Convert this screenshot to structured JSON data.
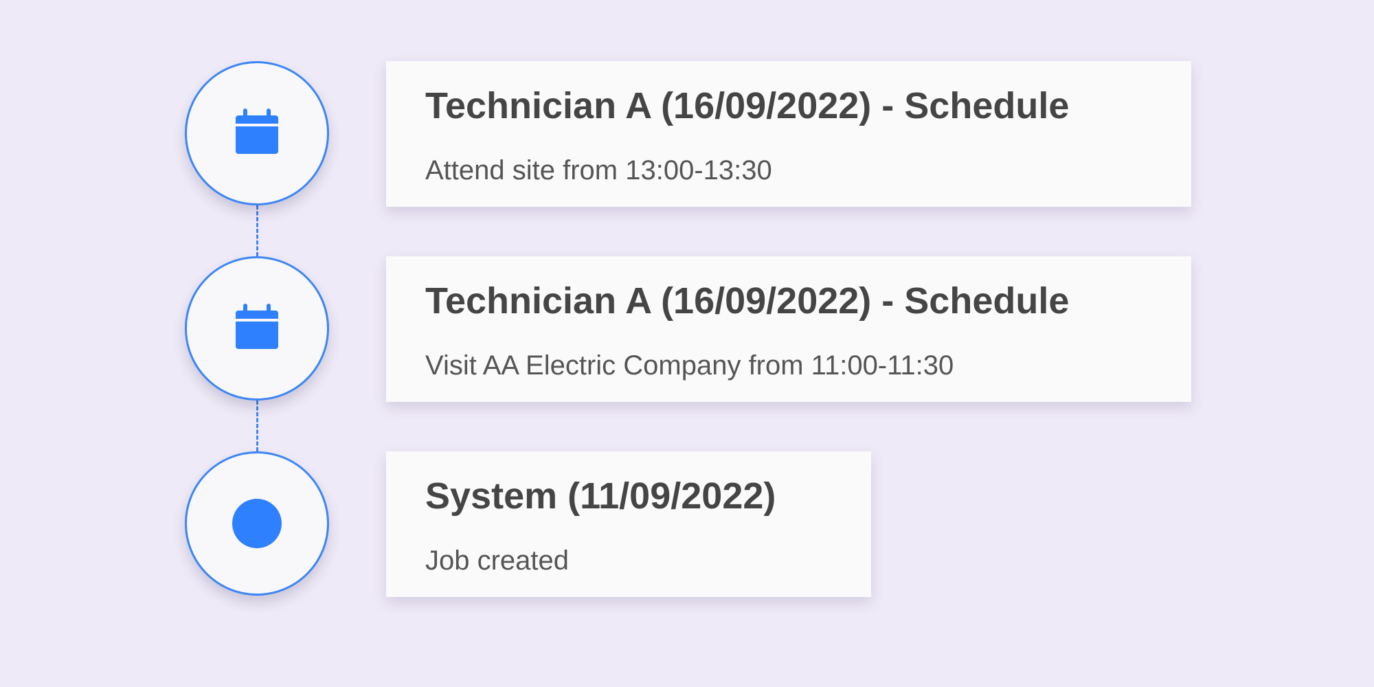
{
  "colors": {
    "background": "#efeaf7",
    "accent": "#3d86f5",
    "card": "#fafafa",
    "title_text": "#454545",
    "body_text": "#555555"
  },
  "timeline": {
    "entries": [
      {
        "icon": "calendar-icon",
        "title": "Technician A (16/09/2022) - Schedule",
        "text": "Attend site from 13:00-13:30"
      },
      {
        "icon": "calendar-icon",
        "title": "Technician A (16/09/2022) - Schedule",
        "text": "Visit AA Electric Company from 11:00-11:30"
      },
      {
        "icon": "dot-icon",
        "title": "System (11/09/2022)",
        "text": "Job created"
      }
    ]
  }
}
